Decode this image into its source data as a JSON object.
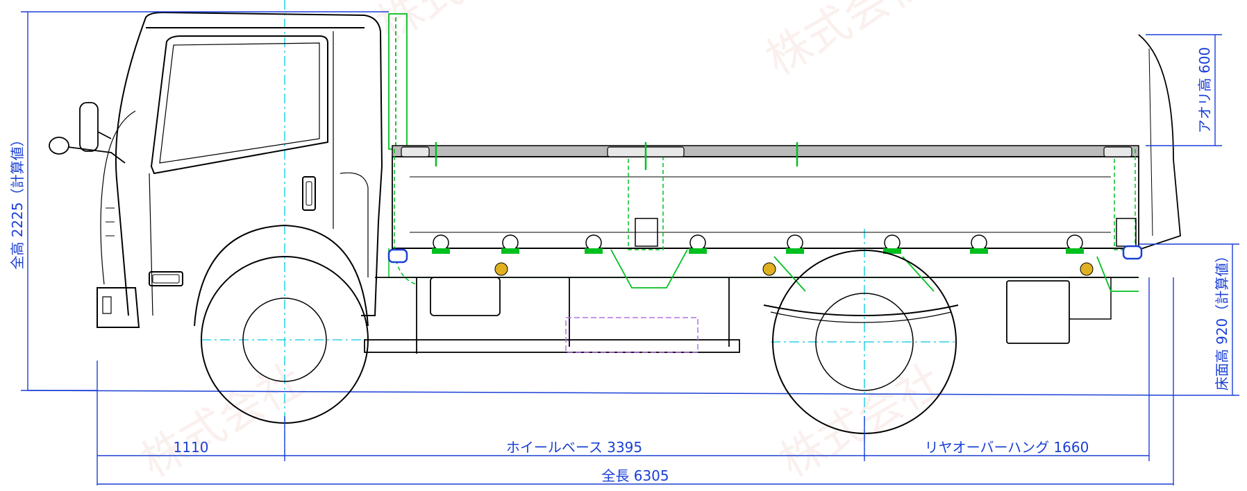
{
  "dimensions": {
    "overall_height": "全高 2225（計算値）",
    "gate_height": "アオリ高 600",
    "floor_height": "床面高 920（計算値）",
    "front_overhang": "1110",
    "wheelbase": "ホイールベース 3395",
    "rear_overhang": "リヤオーバーハング 1660",
    "overall_length": "全長 6305"
  },
  "watermark": {
    "text": "株式会社"
  },
  "colors": {
    "outline": "#000000",
    "dimension": "#1a3fd6",
    "centerline": "#00c8e0",
    "body_parts": "#00c020",
    "accent_purple": "#b070e0",
    "lamp": "#e0b020",
    "watermark": "#e05030"
  }
}
